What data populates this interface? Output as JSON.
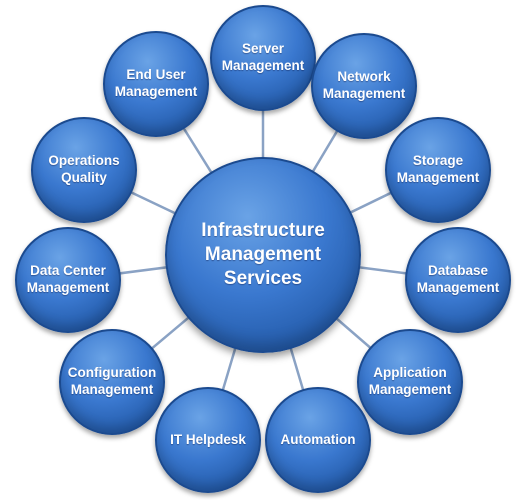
{
  "diagram": {
    "hub": {
      "label": "Infrastructure\nManagement\nServices"
    },
    "nodes": [
      {
        "id": "server-management",
        "label": "Server\nManagement"
      },
      {
        "id": "network-management",
        "label": "Network\nManagement"
      },
      {
        "id": "storage-management",
        "label": "Storage\nManagement"
      },
      {
        "id": "database-management",
        "label": "Database\nManagement"
      },
      {
        "id": "application-management",
        "label": "Application\nManagement"
      },
      {
        "id": "automation",
        "label": "Automation"
      },
      {
        "id": "it-helpdesk",
        "label": "IT Helpdesk"
      },
      {
        "id": "configuration-management",
        "label": "Configuration\nManagement"
      },
      {
        "id": "data-center-management",
        "label": "Data Center\nManagement"
      },
      {
        "id": "operations-quality",
        "label": "Operations\nQuality"
      },
      {
        "id": "end-user-management",
        "label": "End User\nManagement"
      }
    ],
    "colors": {
      "node_fill": "#2f6cc4",
      "node_border": "#1b4a8f",
      "connector": "#8aa2c4",
      "text": "#ffffff"
    }
  }
}
